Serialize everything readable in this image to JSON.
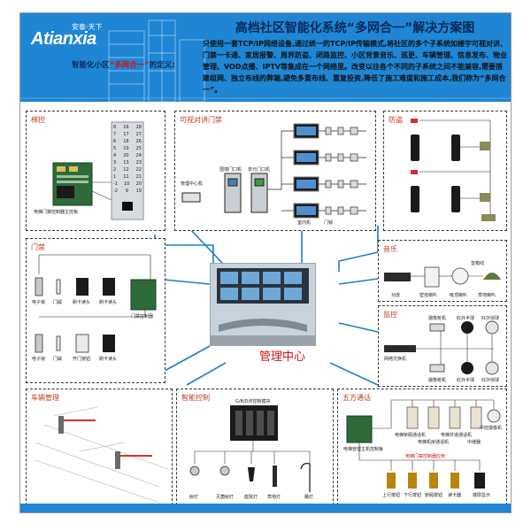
{
  "header": {
    "logo_cn": "安泰·天下",
    "logo_main": "Atianxia",
    "title": "高档社区智能化系统“多网合一”解决方案图",
    "body": "只使用一套TCP/IP网络设备,通过统一的TCP/IP传输模式,将社区的多个子系统如楼宇可视对讲、门禁一卡通、家居报警、周界防盗、闭路监控、小区背景音乐、巡更、车辆管理、信息发布、物业管理、VOD点播、IPTV等集成在一个网络里。改变以往各个不同的子系统之间不能兼容,需要搭建组网、独立布线的弊端,避免多重布线、重复投资,降低了施工难度和施工成本,我们称为“多网合一”。",
    "definition_prefix": "智能化小区",
    "definition_highlight": "“多网合一”",
    "definition_suffix": "的定义:"
  },
  "panels": {
    "elevator": {
      "title": "梯控",
      "controller_caption": "电梯门禁控制器主控板",
      "keypad": [
        [
          "8",
          "16",
          "28"
        ],
        [
          "7",
          "17",
          "27"
        ],
        [
          "6",
          "18",
          "26"
        ],
        [
          "5",
          "19",
          "25"
        ],
        [
          "4",
          "20",
          "24"
        ],
        [
          "3",
          "13",
          "23"
        ],
        [
          "2",
          "12",
          "22"
        ],
        [
          "1",
          "11",
          "21"
        ],
        [
          "-1",
          "10",
          "20"
        ],
        [
          "-2",
          "9",
          "19"
        ]
      ]
    },
    "intercom": {
      "title": "可视对讲门禁",
      "center_caption": "管理中心机",
      "door1_caption": "围墙门口机",
      "door2_caption": "单元门口机",
      "lock_caption": "门锁",
      "unit_caption": "室内机"
    },
    "security": {
      "title": "防盗"
    },
    "access": {
      "title": "门禁",
      "row1": [
        "电子锁",
        "门磁",
        "刷卡读头",
        "刷卡读头"
      ],
      "row2": [
        "电子锁",
        "门磁",
        "开门按钮",
        "刷卡读头"
      ],
      "controller_caption": "门禁控制器"
    },
    "music": {
      "title": "音乐",
      "items": [
        "功放",
        "壁挂喇叭",
        "吸顶喇叭",
        "草地喇叭"
      ],
      "extra_caption": "音箱线"
    },
    "monitor": {
      "title": "监控",
      "items": [
        "摄像枪机",
        "红外半球",
        "红外快球",
        "网络交换机",
        "摄像枪机",
        "红外半球",
        "红外快球"
      ]
    },
    "vehicle": {
      "title": "车辆管理"
    },
    "smart": {
      "title": "智能控制",
      "module_caption": "G/B/D/E控制模块",
      "items": [
        "射灯",
        "灭菌射灯",
        "庭院灯",
        "草地灯",
        "路灯"
      ]
    },
    "fivecall": {
      "title": "五方通话",
      "controller_caption": "电梯管理主机控制板",
      "top_items": [
        "电梯轿厢通话机",
        "电梯机房通话机",
        "电梯井道通话机",
        "中继器",
        "中控摄像机"
      ],
      "bottom_items": [
        "上行按钮",
        "下行按钮",
        "轿厢按钮",
        "读卡器",
        "楼层显示"
      ],
      "note": "电梯门禁控制器应用"
    }
  },
  "center": {
    "label": "管理中心"
  },
  "colors": {
    "header": "#1e86d4",
    "wire": "#1e7fc8",
    "title_red": "#c23a20"
  }
}
